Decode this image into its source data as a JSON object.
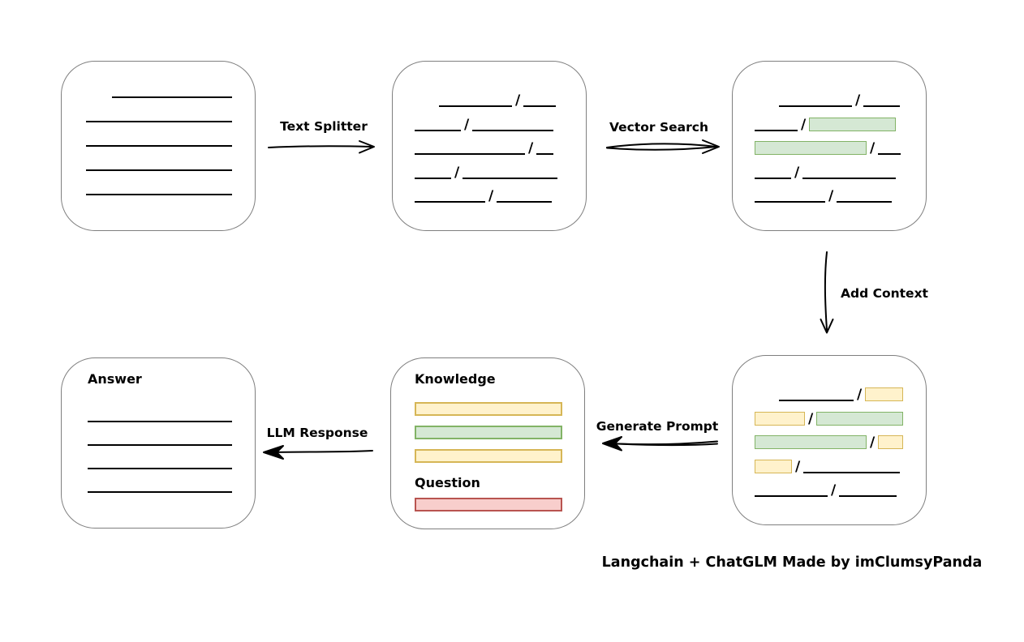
{
  "colors": {
    "canvas_bg": "#ffffff",
    "box_border": "#7f7f7f",
    "line": "#000000",
    "green_fill": "#d5e8d4",
    "green_border": "#82b366",
    "yellow_fill": "#fff2cc",
    "yellow_border": "#d6b656",
    "red_fill": "#f8cecc",
    "red_border": "#b85450"
  },
  "labels": {
    "text_splitter": "Text Splitter",
    "vector_search": "Vector Search",
    "add_context": "Add Context",
    "generate_prompt": "Generate Prompt",
    "llm_response": "LLM Response"
  },
  "footer": {
    "credit": "Langchain + ChatGLM Made by imClumsyPanda"
  },
  "boxes": {
    "document": {
      "lines": [
        {
          "indent": 32,
          "w": 148
        },
        {
          "indent": 0,
          "w": 180
        },
        {
          "indent": 0,
          "w": 180
        },
        {
          "indent": 0,
          "w": 180
        },
        {
          "indent": 0,
          "w": 180
        }
      ]
    },
    "chunks": {
      "rows": [
        {
          "indent": 30,
          "segs": [
            {
              "kind": "line",
              "w": 90
            },
            {
              "kind": "line",
              "w": 40
            }
          ]
        },
        {
          "indent": 0,
          "segs": [
            {
              "kind": "line",
              "w": 57
            },
            {
              "kind": "line",
              "w": 100
            }
          ]
        },
        {
          "indent": 0,
          "segs": [
            {
              "kind": "line",
              "w": 136
            },
            {
              "kind": "line",
              "w": 21
            }
          ]
        },
        {
          "indent": 0,
          "segs": [
            {
              "kind": "line",
              "w": 45
            },
            {
              "kind": "line",
              "w": 117
            }
          ]
        },
        {
          "indent": 0,
          "segs": [
            {
              "kind": "line",
              "w": 87
            },
            {
              "kind": "line",
              "w": 68
            }
          ]
        }
      ]
    },
    "matched": {
      "rows": [
        {
          "indent": 30,
          "segs": [
            {
              "kind": "line",
              "w": 90
            },
            {
              "kind": "line",
              "w": 45
            }
          ]
        },
        {
          "indent": 0,
          "segs": [
            {
              "kind": "line",
              "w": 53
            },
            {
              "kind": "green",
              "w": 107
            }
          ]
        },
        {
          "indent": 0,
          "segs": [
            {
              "kind": "green",
              "w": 138
            },
            {
              "kind": "line",
              "w": 28
            }
          ]
        },
        {
          "indent": 0,
          "segs": [
            {
              "kind": "line",
              "w": 45
            },
            {
              "kind": "line",
              "w": 115
            }
          ]
        },
        {
          "indent": 0,
          "segs": [
            {
              "kind": "line",
              "w": 87
            },
            {
              "kind": "line",
              "w": 68
            }
          ]
        }
      ]
    },
    "context": {
      "rows": [
        {
          "indent": 30,
          "segs": [
            {
              "kind": "line",
              "w": 92
            },
            {
              "kind": "yellow",
              "w": 47
            }
          ]
        },
        {
          "indent": 0,
          "segs": [
            {
              "kind": "yellow",
              "w": 62
            },
            {
              "kind": "green",
              "w": 107
            }
          ]
        },
        {
          "indent": 0,
          "segs": [
            {
              "kind": "green",
              "w": 138
            },
            {
              "kind": "yellow",
              "w": 31
            }
          ]
        },
        {
          "indent": 0,
          "segs": [
            {
              "kind": "yellow",
              "w": 46
            },
            {
              "kind": "line",
              "w": 119
            }
          ]
        },
        {
          "indent": 0,
          "segs": [
            {
              "kind": "line",
              "w": 90
            },
            {
              "kind": "line",
              "w": 71
            }
          ]
        }
      ]
    },
    "prompt": {
      "knowledge_label": "Knowledge",
      "question_label": "Question",
      "knowledge_bars": [
        "yellow",
        "green",
        "yellow"
      ],
      "question_bars": [
        "red"
      ]
    },
    "answer": {
      "label": "Answer",
      "lines": [
        {
          "indent": 0,
          "w": 178
        },
        {
          "indent": 0,
          "w": 178
        },
        {
          "indent": 0,
          "w": 178
        },
        {
          "indent": 0,
          "w": 178
        }
      ]
    }
  }
}
